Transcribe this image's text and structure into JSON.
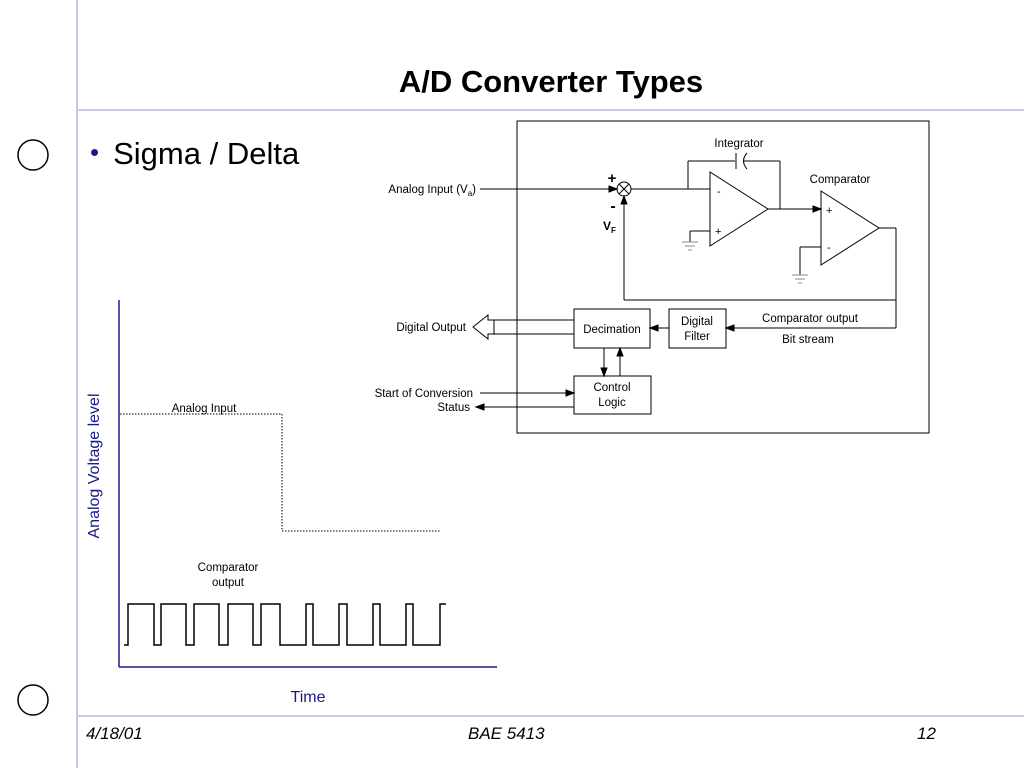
{
  "slide": {
    "title": "A/D Converter Types",
    "bullet": "Sigma / Delta",
    "footer": {
      "date": "4/18/01",
      "course": "BAE 5413",
      "page": "12"
    }
  },
  "diagram": {
    "integrator_label": "Integrator",
    "comparator_label": "Comparator",
    "analog_input_label_main": "Analog Input (V",
    "analog_input_label_sub": "a",
    "analog_input_label_end": ")",
    "plus_sign": "+",
    "minus_sign": "-",
    "vf_main": "V",
    "vf_sub": "F",
    "digital_output_label": "Digital Output",
    "decimation_label": "Decimation",
    "digital_filter_line1": "Digital",
    "digital_filter_line2": "Filter",
    "comparator_output_label": "Comparator output",
    "bit_stream_label": "Bit stream",
    "control_logic_line1": "Control",
    "control_logic_line2": "Logic",
    "start_of_conversion_label": "Start of Conversion",
    "status_label": "Status"
  },
  "waveform": {
    "ylabel": "Analog Voltage level",
    "xlabel": "Time",
    "analog_input_label": "Analog Input",
    "comparator_output_line1": "Comparator",
    "comparator_output_line2": "output"
  },
  "colors": {
    "accent": "#1a1a8c",
    "rule": "#c8c8e8"
  }
}
